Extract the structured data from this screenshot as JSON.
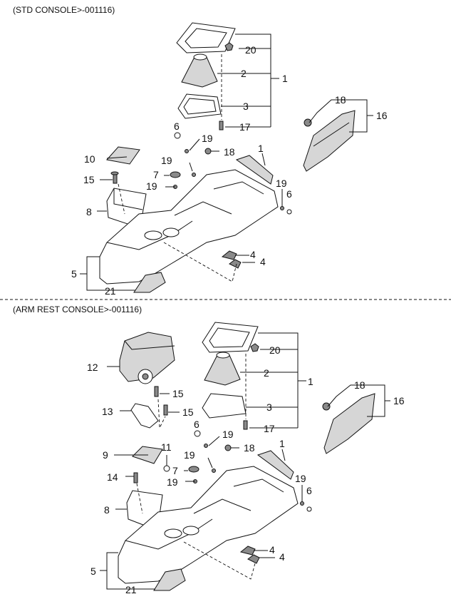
{
  "sections": [
    {
      "title": "(STD CONSOLE>-001116)"
    },
    {
      "title": "(ARM REST CONSOLE>-001116)"
    }
  ],
  "callouts_std": [
    "20",
    "2",
    "1",
    "3",
    "17",
    "18",
    "16",
    "6",
    "19",
    "18",
    "10",
    "19",
    "1",
    "7",
    "15",
    "19",
    "19",
    "6",
    "8",
    "5",
    "4",
    "4",
    "21"
  ],
  "callouts_arm": [
    "12",
    "20",
    "15",
    "2",
    "1",
    "13",
    "15",
    "3",
    "17",
    "18",
    "16",
    "6",
    "19",
    "18",
    "9",
    "11",
    "1",
    "7",
    "14",
    "19",
    "19",
    "19",
    "6",
    "8",
    "5",
    "4",
    "4",
    "21"
  ],
  "colors": {
    "line": "#111111",
    "background": "#ffffff",
    "fill_light": "#d6d6d6",
    "fill_dark": "#8a8a8a"
  }
}
